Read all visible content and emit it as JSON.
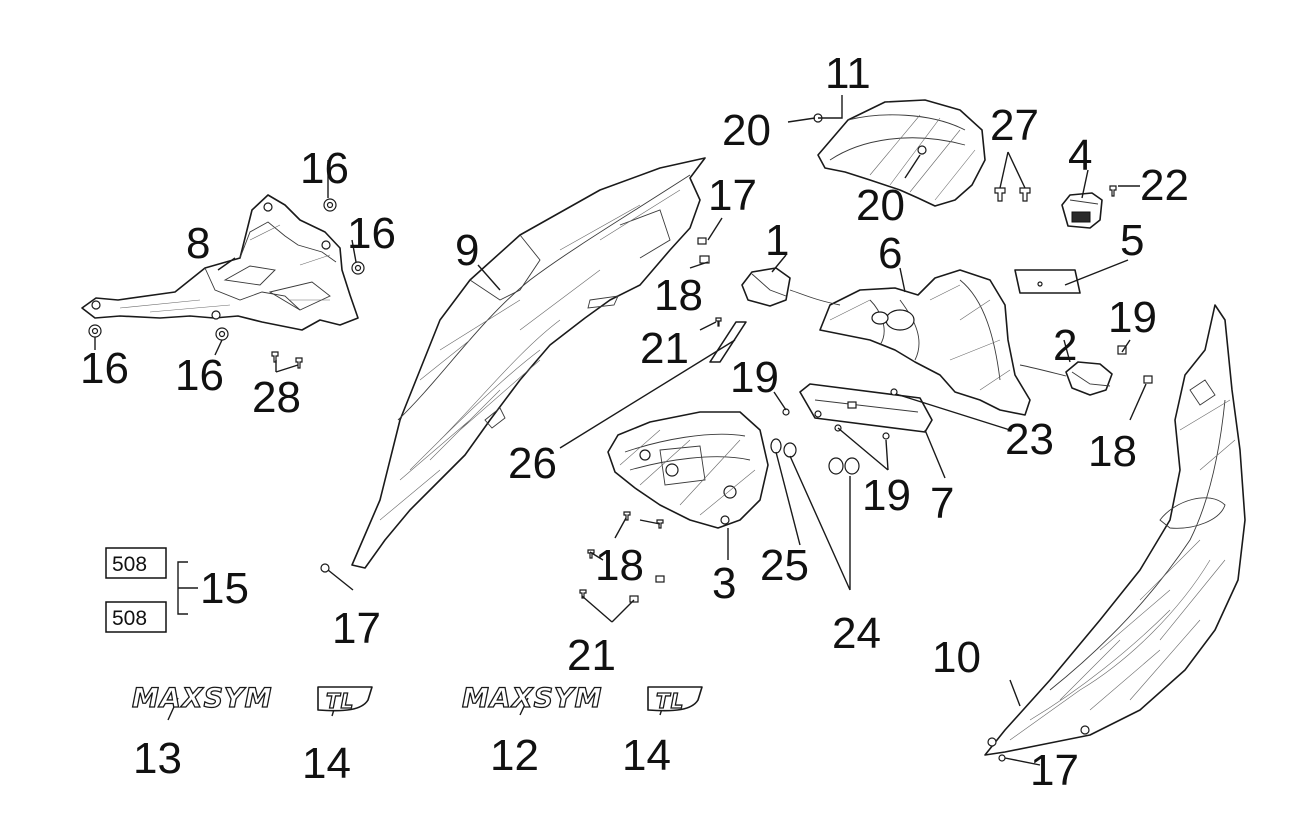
{
  "diagram": {
    "callouts": {
      "c1": "1",
      "c2": "2",
      "c3": "3",
      "c4": "4",
      "c5": "5",
      "c6": "6",
      "c7": "7",
      "c8": "8",
      "c9": "9",
      "c10": "10",
      "c11": "11",
      "c12": "12",
      "c13": "13",
      "c14a": "14",
      "c14b": "14",
      "c15": "15",
      "c16a": "16",
      "c16b": "16",
      "c16c": "16",
      "c16d": "16",
      "c17a": "17",
      "c17b": "17",
      "c17c": "17",
      "c18a": "18",
      "c18b": "18",
      "c18c": "18",
      "c19a": "19",
      "c19b": "19",
      "c19c": "19",
      "c20a": "20",
      "c20b": "20",
      "c21a": "21",
      "c21b": "21",
      "c22": "22",
      "c23": "23",
      "c24": "24",
      "c25": "25",
      "c26": "26",
      "c27": "27",
      "c28": "28"
    },
    "boxes": {
      "b1": "508",
      "b2": "508"
    },
    "logos": {
      "l1": "MAXSYM",
      "l1_suffix": "TL",
      "l2": "MAXSYM",
      "l2_suffix": "TL"
    }
  }
}
